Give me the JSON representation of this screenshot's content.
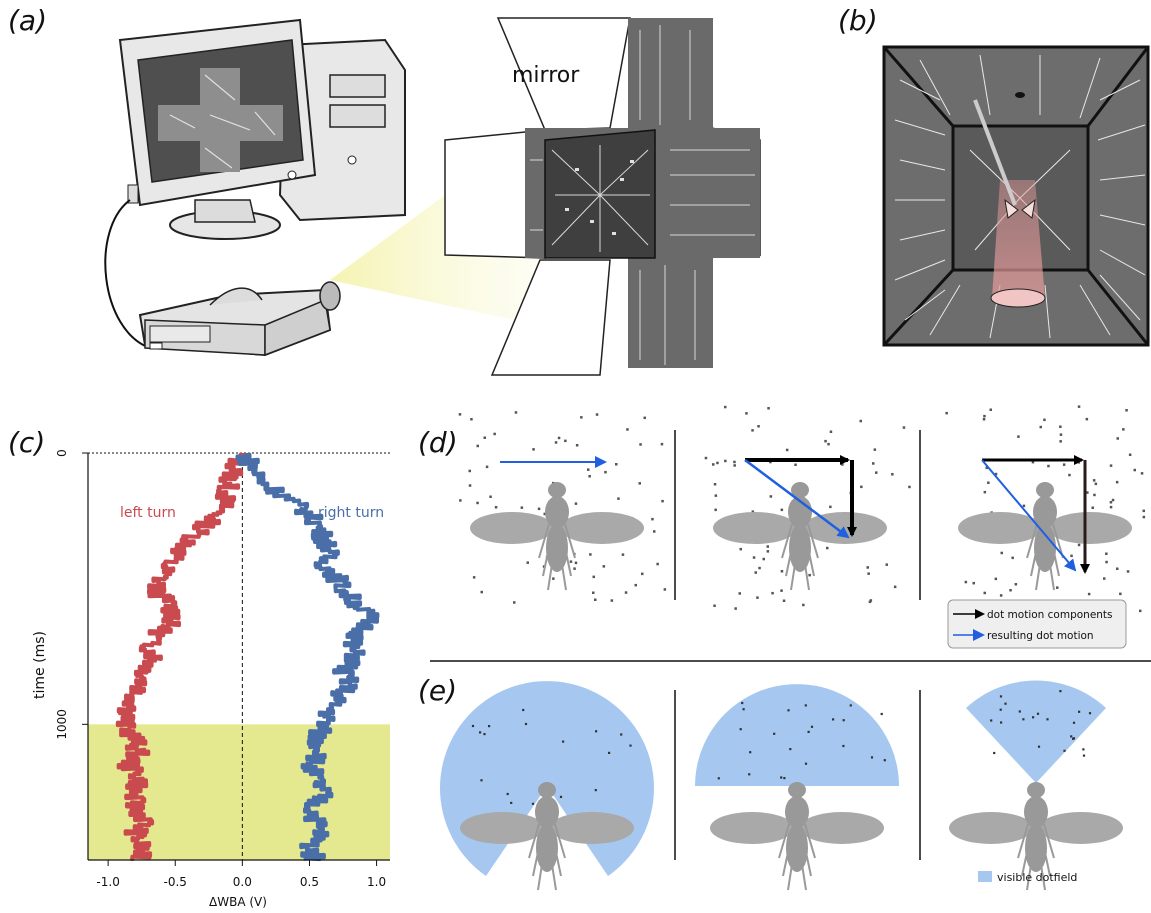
{
  "panels": {
    "a": {
      "label": "(a)",
      "mirror_label": "mirror"
    },
    "b": {
      "label": "(b)"
    },
    "c": {
      "label": "(c)",
      "left_turn_label": "left turn",
      "right_turn_label": "right turn",
      "colors": {
        "left": "#c94a4f",
        "right": "#4a6ea8",
        "shade": "#e4e88f"
      }
    },
    "d": {
      "label": "(d)",
      "legend": {
        "components": "dot motion components",
        "resulting": "resulting dot motion"
      }
    },
    "e": {
      "label": "(e)",
      "legend": "visible dotfield",
      "field_color": "#a6c8f0"
    }
  },
  "chart_data": {
    "type": "line",
    "xlabel": "ΔWBA (V)",
    "ylabel": "time (ms)",
    "xlim": [
      -1.15,
      1.1
    ],
    "ylim": [
      1500,
      0
    ],
    "x_ticks": [
      "-1.0",
      "-0.5",
      "0.0",
      "0.5",
      "1.0"
    ],
    "y_ticks": [
      "0",
      "1000"
    ],
    "shaded_interval_ms": [
      1000,
      1500
    ],
    "series": [
      {
        "name": "left turn",
        "time_ms": [
          0,
          50,
          100,
          150,
          200,
          250,
          300,
          350,
          400,
          450,
          500,
          550,
          600,
          650,
          700,
          750,
          800,
          850,
          900,
          950,
          1000,
          1050,
          1100,
          1150,
          1200,
          1250,
          1300,
          1350,
          1400,
          1450,
          1500
        ],
        "values": [
          -0.02,
          -0.05,
          -0.1,
          -0.12,
          -0.15,
          -0.25,
          -0.35,
          -0.45,
          -0.55,
          -0.6,
          -0.65,
          -0.55,
          -0.5,
          -0.6,
          -0.7,
          -0.65,
          -0.72,
          -0.75,
          -0.8,
          -0.85,
          -0.88,
          -0.8,
          -0.78,
          -0.85,
          -0.75,
          -0.82,
          -0.8,
          -0.72,
          -0.8,
          -0.75,
          -0.78
        ]
      },
      {
        "name": "right turn",
        "time_ms": [
          0,
          50,
          100,
          150,
          200,
          250,
          300,
          350,
          400,
          450,
          500,
          550,
          600,
          650,
          700,
          750,
          800,
          850,
          900,
          950,
          1000,
          1050,
          1100,
          1150,
          1200,
          1250,
          1300,
          1350,
          1400,
          1450,
          1500
        ],
        "values": [
          0.02,
          0.08,
          0.15,
          0.3,
          0.45,
          0.55,
          0.6,
          0.65,
          0.6,
          0.7,
          0.75,
          0.85,
          0.95,
          0.9,
          0.8,
          0.85,
          0.75,
          0.8,
          0.7,
          0.65,
          0.6,
          0.55,
          0.6,
          0.5,
          0.55,
          0.6,
          0.52,
          0.55,
          0.58,
          0.5,
          0.55
        ]
      }
    ]
  }
}
